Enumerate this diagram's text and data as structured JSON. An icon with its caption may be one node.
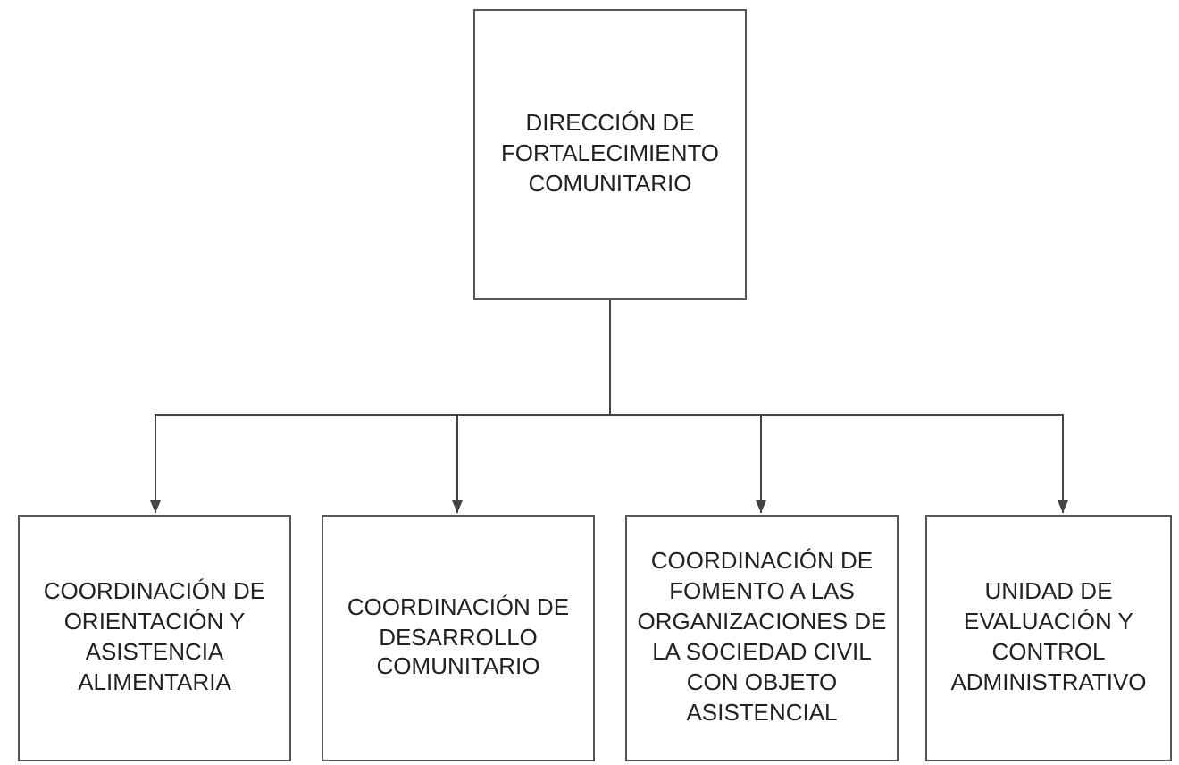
{
  "diagram": {
    "nodes": [
      {
        "text": [
          "DIRECCIÓN DE FORTALECIMIENTO COMUNITARIO"
        ]
      },
      {
        "text": [
          "COORDINACIÓN DE ORIENTACIÓN Y ASISTENCIA ALIMENTARIA"
        ]
      },
      {
        "text": [
          "COORDINACIÓN DE DESARROLLO COMUNITARIO"
        ]
      },
      {
        "text": [
          "COORDINACIÓN DE FOMENTO A LAS ORGANIZACIONES DE LA SOCIEDAD CIVIL CON OBJETO ASISTENCIAL"
        ]
      },
      {
        "text": [
          "UNIDAD DE EVALUACIÓN Y CONTROL ADMINISTRATIVO"
        ]
      }
    ],
    "edges": [
      {
        "from": 0,
        "to": 1,
        "arrow": "to"
      },
      {
        "from": 0,
        "to": 2,
        "arrow": "to"
      },
      {
        "from": 0,
        "to": 3,
        "arrow": "to"
      },
      {
        "from": 0,
        "to": 4,
        "arrow": "to"
      }
    ]
  }
}
